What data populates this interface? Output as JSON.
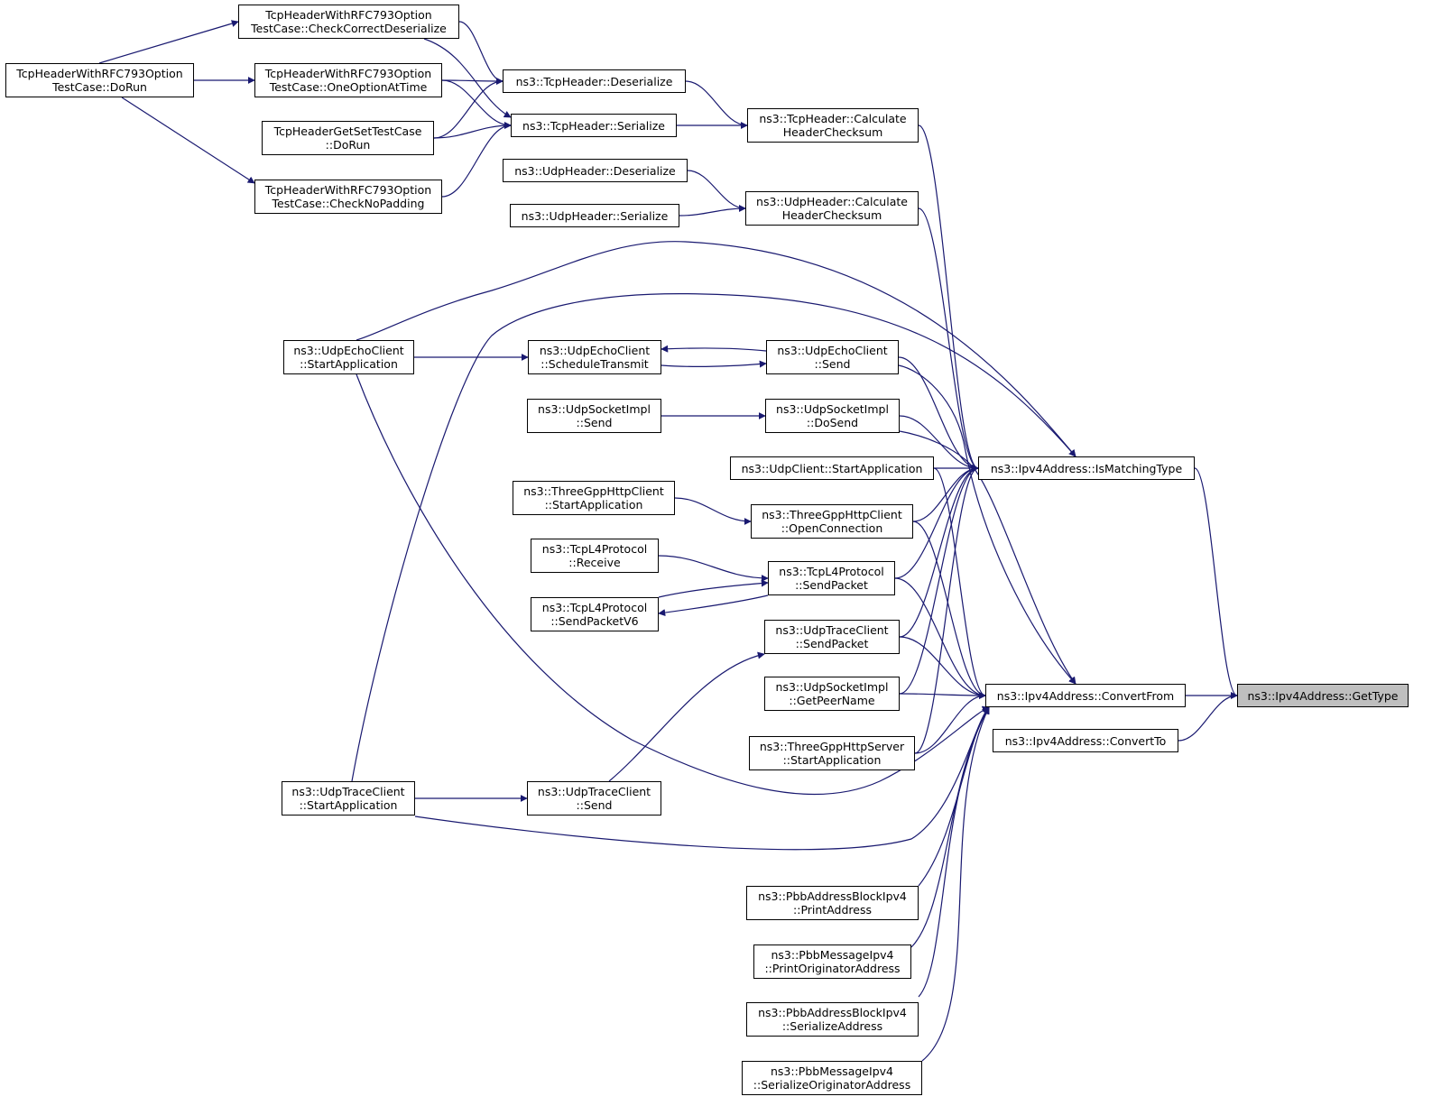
{
  "nodes": [
    {
      "id": "getType",
      "label": [
        "ns3::Ipv4Address::GetType"
      ],
      "highlighted": true
    },
    {
      "id": "isMatching",
      "label": [
        "ns3::Ipv4Address::IsMatchingType"
      ]
    },
    {
      "id": "convertFrom",
      "label": [
        "ns3::Ipv4Address::ConvertFrom"
      ]
    },
    {
      "id": "convertTo",
      "label": [
        "ns3::Ipv4Address::ConvertTo"
      ]
    },
    {
      "id": "tcpCalc",
      "label": [
        "ns3::TcpHeader::Calculate",
        "HeaderChecksum"
      ]
    },
    {
      "id": "udpCalc",
      "label": [
        "ns3::UdpHeader::Calculate",
        "HeaderChecksum"
      ]
    },
    {
      "id": "tcpDeser",
      "label": [
        "ns3::TcpHeader::Deserialize"
      ]
    },
    {
      "id": "tcpSer",
      "label": [
        "ns3::TcpHeader::Serialize"
      ]
    },
    {
      "id": "udpDeser",
      "label": [
        "ns3::UdpHeader::Deserialize"
      ]
    },
    {
      "id": "udpSer",
      "label": [
        "ns3::UdpHeader::Serialize"
      ]
    },
    {
      "id": "checkCorrect",
      "label": [
        "TcpHeaderWithRFC793Option",
        "TestCase::CheckCorrectDeserialize"
      ]
    },
    {
      "id": "oneOption",
      "label": [
        "TcpHeaderWithRFC793Option",
        "TestCase::OneOptionAtTime"
      ]
    },
    {
      "id": "getSet",
      "label": [
        "TcpHeaderGetSetTestCase",
        "::DoRun"
      ]
    },
    {
      "id": "noPadding",
      "label": [
        "TcpHeaderWithRFC793Option",
        "TestCase::CheckNoPadding"
      ]
    },
    {
      "id": "rfcDoRun",
      "label": [
        "TcpHeaderWithRFC793Option",
        "TestCase::DoRun"
      ]
    },
    {
      "id": "echoSend",
      "label": [
        "ns3::UdpEchoClient",
        "::Send"
      ]
    },
    {
      "id": "echoSched",
      "label": [
        "ns3::UdpEchoClient",
        "::ScheduleTransmit"
      ]
    },
    {
      "id": "echoStart",
      "label": [
        "ns3::UdpEchoClient",
        "::StartApplication"
      ]
    },
    {
      "id": "sockDoSend",
      "label": [
        "ns3::UdpSocketImpl",
        "::DoSend"
      ]
    },
    {
      "id": "sockSend",
      "label": [
        "ns3::UdpSocketImpl",
        "::Send"
      ]
    },
    {
      "id": "udpClientStart",
      "label": [
        "ns3::UdpClient::StartApplication"
      ]
    },
    {
      "id": "httpOpen",
      "label": [
        "ns3::ThreeGppHttpClient",
        "::OpenConnection"
      ]
    },
    {
      "id": "httpStart",
      "label": [
        "ns3::ThreeGppHttpClient",
        "::StartApplication"
      ]
    },
    {
      "id": "tcpl4Send",
      "label": [
        "ns3::TcpL4Protocol",
        "::SendPacket"
      ]
    },
    {
      "id": "tcpl4Recv",
      "label": [
        "ns3::TcpL4Protocol",
        "::Receive"
      ]
    },
    {
      "id": "tcpl4SendV6",
      "label": [
        "ns3::TcpL4Protocol",
        "::SendPacketV6"
      ]
    },
    {
      "id": "traceSendPkt",
      "label": [
        "ns3::UdpTraceClient",
        "::SendPacket"
      ]
    },
    {
      "id": "sockPeer",
      "label": [
        "ns3::UdpSocketImpl",
        "::GetPeerName"
      ]
    },
    {
      "id": "httpServer",
      "label": [
        "ns3::ThreeGppHttpServer",
        "::StartApplication"
      ]
    },
    {
      "id": "traceSend",
      "label": [
        "ns3::UdpTraceClient",
        "::Send"
      ]
    },
    {
      "id": "traceStart",
      "label": [
        "ns3::UdpTraceClient",
        "::StartApplication"
      ]
    },
    {
      "id": "pbbPrintAddr",
      "label": [
        "ns3::PbbAddressBlockIpv4",
        "::PrintAddress"
      ]
    },
    {
      "id": "pbbPrintOrig",
      "label": [
        "ns3::PbbMessageIpv4",
        "::PrintOriginatorAddress"
      ]
    },
    {
      "id": "pbbSerAddr",
      "label": [
        "ns3::PbbAddressBlockIpv4",
        "::SerializeAddress"
      ]
    },
    {
      "id": "pbbSerOrig",
      "label": [
        "ns3::PbbMessageIpv4",
        "::SerializeOriginatorAddress"
      ]
    }
  ],
  "edges": [
    {
      "from": "getType",
      "to": "isMatching"
    },
    {
      "from": "getType",
      "to": "convertFrom"
    },
    {
      "from": "getType",
      "to": "convertTo"
    },
    {
      "from": "isMatching",
      "to": "tcpCalc"
    },
    {
      "from": "isMatching",
      "to": "udpCalc"
    },
    {
      "from": "isMatching",
      "to": "echoStart"
    },
    {
      "from": "isMatching",
      "to": "traceStart"
    },
    {
      "from": "isMatching",
      "to": "echoSend"
    },
    {
      "from": "isMatching",
      "to": "sockDoSend"
    },
    {
      "from": "isMatching",
      "to": "udpClientStart"
    },
    {
      "from": "isMatching",
      "to": "httpOpen"
    },
    {
      "from": "isMatching",
      "to": "tcpl4Send"
    },
    {
      "from": "isMatching",
      "to": "traceSendPkt"
    },
    {
      "from": "isMatching",
      "to": "sockPeer"
    },
    {
      "from": "isMatching",
      "to": "httpServer"
    },
    {
      "from": "convertFrom",
      "to": "echoSend"
    },
    {
      "from": "convertFrom",
      "to": "sockDoSend"
    },
    {
      "from": "convertFrom",
      "to": "udpClientStart"
    },
    {
      "from": "convertFrom",
      "to": "httpOpen"
    },
    {
      "from": "convertFrom",
      "to": "tcpl4Send"
    },
    {
      "from": "convertFrom",
      "to": "traceSendPkt"
    },
    {
      "from": "convertFrom",
      "to": "sockPeer"
    },
    {
      "from": "convertFrom",
      "to": "httpServer"
    },
    {
      "from": "convertFrom",
      "to": "echoStart"
    },
    {
      "from": "convertFrom",
      "to": "traceStart"
    },
    {
      "from": "convertFrom",
      "to": "pbbPrintAddr"
    },
    {
      "from": "convertFrom",
      "to": "pbbPrintOrig"
    },
    {
      "from": "convertFrom",
      "to": "pbbSerAddr"
    },
    {
      "from": "convertFrom",
      "to": "pbbSerOrig"
    },
    {
      "from": "tcpCalc",
      "to": "tcpDeser"
    },
    {
      "from": "tcpCalc",
      "to": "tcpSer"
    },
    {
      "from": "udpCalc",
      "to": "udpDeser"
    },
    {
      "from": "udpCalc",
      "to": "udpSer"
    },
    {
      "from": "tcpDeser",
      "to": "checkCorrect"
    },
    {
      "from": "tcpDeser",
      "to": "oneOption"
    },
    {
      "from": "tcpDeser",
      "to": "getSet"
    },
    {
      "from": "tcpSer",
      "to": "checkCorrect"
    },
    {
      "from": "tcpSer",
      "to": "oneOption"
    },
    {
      "from": "tcpSer",
      "to": "getSet"
    },
    {
      "from": "tcpSer",
      "to": "noPadding"
    },
    {
      "from": "checkCorrect",
      "to": "rfcDoRun"
    },
    {
      "from": "oneOption",
      "to": "rfcDoRun"
    },
    {
      "from": "noPadding",
      "to": "rfcDoRun"
    },
    {
      "from": "echoSend",
      "to": "echoSched"
    },
    {
      "from": "echoSched",
      "to": "echoSend"
    },
    {
      "from": "echoSched",
      "to": "echoStart"
    },
    {
      "from": "sockDoSend",
      "to": "sockSend"
    },
    {
      "from": "httpOpen",
      "to": "httpStart"
    },
    {
      "from": "tcpl4Send",
      "to": "tcpl4Recv"
    },
    {
      "from": "tcpl4Send",
      "to": "tcpl4SendV6"
    },
    {
      "from": "tcpl4SendV6",
      "to": "tcpl4Send"
    },
    {
      "from": "traceSendPkt",
      "to": "traceSend"
    },
    {
      "from": "traceSend",
      "to": "traceStart"
    }
  ],
  "colors": {
    "edge": "#191970",
    "node_border": "#000000",
    "highlight_fill": "#bfbfbf"
  }
}
